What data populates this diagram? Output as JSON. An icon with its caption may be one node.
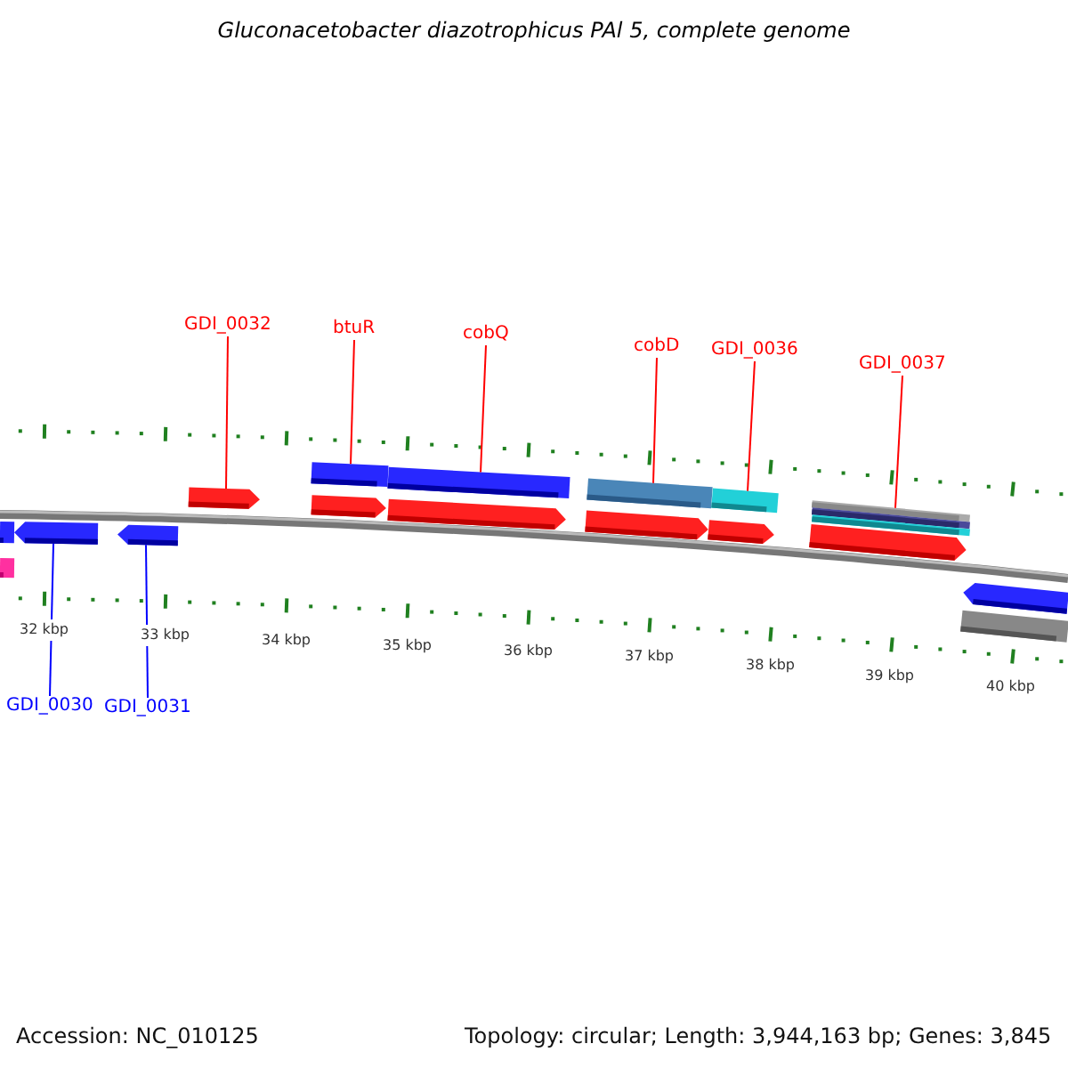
{
  "diagram": {
    "title": "Gluconacetobacter diazotrophicus PAl 5, complete genome",
    "nodes": [
      {
        "text": [
          "GDI_0032"
        ]
      },
      {
        "text": [
          "btuR"
        ]
      },
      {
        "text": [
          "cobQ"
        ]
      },
      {
        "text": [
          "cobD"
        ]
      },
      {
        "text": [
          "GDI_0036"
        ]
      },
      {
        "text": [
          "GDI_0037"
        ]
      },
      {
        "text": [
          "GDI_0030"
        ]
      },
      {
        "text": [
          "GDI_0031"
        ]
      },
      {
        "text": [],
        "shape": "bar"
      },
      {
        "text": [],
        "shape": "bar"
      },
      {
        "text": [],
        "shape": "bar"
      },
      {
        "text": [],
        "shape": "bar"
      },
      {
        "text": [],
        "shape": "bar"
      },
      {
        "text": [],
        "shape": "bar"
      },
      {
        "text": [],
        "shape": "bar"
      },
      {
        "text": [],
        "shape": "bar"
      },
      {
        "text": [],
        "shape": "bar"
      },
      {
        "text": [],
        "shape": "bar"
      },
      {
        "text": [],
        "shape": "bar"
      },
      {
        "text": [],
        "shape": "bar"
      },
      {
        "text": [],
        "shape": "bar"
      },
      {
        "text": [],
        "shape": "bar"
      },
      {
        "text": [],
        "shape": "bar"
      },
      {
        "text": [],
        "shape": "bar"
      },
      {
        "text": [],
        "shape": "bar"
      },
      {
        "text": [],
        "shape": "bar"
      },
      {
        "text": [],
        "shape": "bar"
      }
    ],
    "edges": [
      {
        "from": 0,
        "to": 8,
        "arrow": "none"
      },
      {
        "from": 1,
        "to": 9,
        "arrow": "none"
      },
      {
        "from": 2,
        "to": 10,
        "arrow": "none"
      },
      {
        "from": 3,
        "to": 11,
        "arrow": "none"
      },
      {
        "from": 4,
        "to": 12,
        "arrow": "none"
      },
      {
        "from": 5,
        "to": 13,
        "arrow": "none"
      },
      {
        "from": 6,
        "to": 14,
        "arrow": "none",
        "color": "#0000ff"
      },
      {
        "from": 7,
        "to": 15,
        "arrow": "none",
        "color": "#0000ff"
      }
    ],
    "labels": [
      "32 kbp",
      "33 kbp",
      "34 kbp",
      "35 kbp",
      "36 kbp",
      "37 kbp",
      "38 kbp",
      "39 kbp",
      "40 kbp",
      "Accession: NC_010125",
      "Topology: circular; Length: 3,944,163 bp; Genes: 3,845"
    ]
  }
}
